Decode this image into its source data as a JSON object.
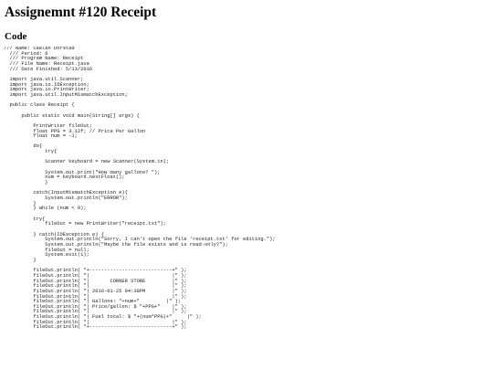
{
  "document": {
    "title": "Assignemnt #120 Receipt",
    "section_heading": "Code",
    "code_lines": [
      "/// Name: Caelan Dorstad",
      "  /// Period: 6",
      "  /// Program Name: Receipt",
      "  /// File Name: Receipt.java",
      "  /// Date Finished: 5/13/2016",
      "",
      "  import java.util.Scanner;",
      "  import java.io.IOException;",
      "  import java.io.PrintWriter;",
      "  import java.util.InputMismatchException;",
      "",
      "  public class Receipt {",
      "",
      "      public static void main(String[] args) {",
      "",
      "          PrintWriter fileOut;",
      "          float PPG = 3.12f; // Price Per Gallon",
      "          float num = -1;",
      "",
      "          do{",
      "              try{",
      "",
      "              Scanner keyboard = new Scanner(System.in);",
      "",
      "              System.out.print(\"How many gallons? \");",
      "              num = keyboard.nextFloat();",
      "              }",
      "",
      "          catch(InputMismatchException e){",
      "              System.out.println(\"ERROR\");",
      "          }",
      "          } while (num < 0);",
      "",
      "          try{",
      "              fileOut = new PrintWriter(\"receipt.txt\");",
      "",
      "          } catch(IOException e) {",
      "              System.out.println(\"Sorry, I can't open the file 'receipt.txt' for editing.\");",
      "              System.out.println(\"Maybe the file exists and is read-only?\");",
      "              fileOut = null;",
      "              System.exit(1);",
      "          }",
      "",
      "          fileOut.println( \"+----------------------------+\" );",
      "          fileOut.println( \"|                            |\" );",
      "          fileOut.println( \"|       CORNER STORE         |\" );",
      "          fileOut.println( \"|                            |\" );",
      "          fileOut.println( \"| 2016-01-25 04:38PM         |\" );",
      "          fileOut.println( \"|                            |\" );",
      "          fileOut.println( \"| Gallons: \"+num+\"         |\" );",
      "          fileOut.println( \"| Price/gallon: $ \"+PPG+\"    |\" );",
      "          fileOut.println( \"|                            |\" );",
      "          fileOut.println( \"| Fuel total: $ \"+(num*PPG)+\"     |\" );",
      "          fileOut.println( \"|                            |\" );",
      "          fileOut.println( \"+----------------------------+\" );"
    ]
  }
}
